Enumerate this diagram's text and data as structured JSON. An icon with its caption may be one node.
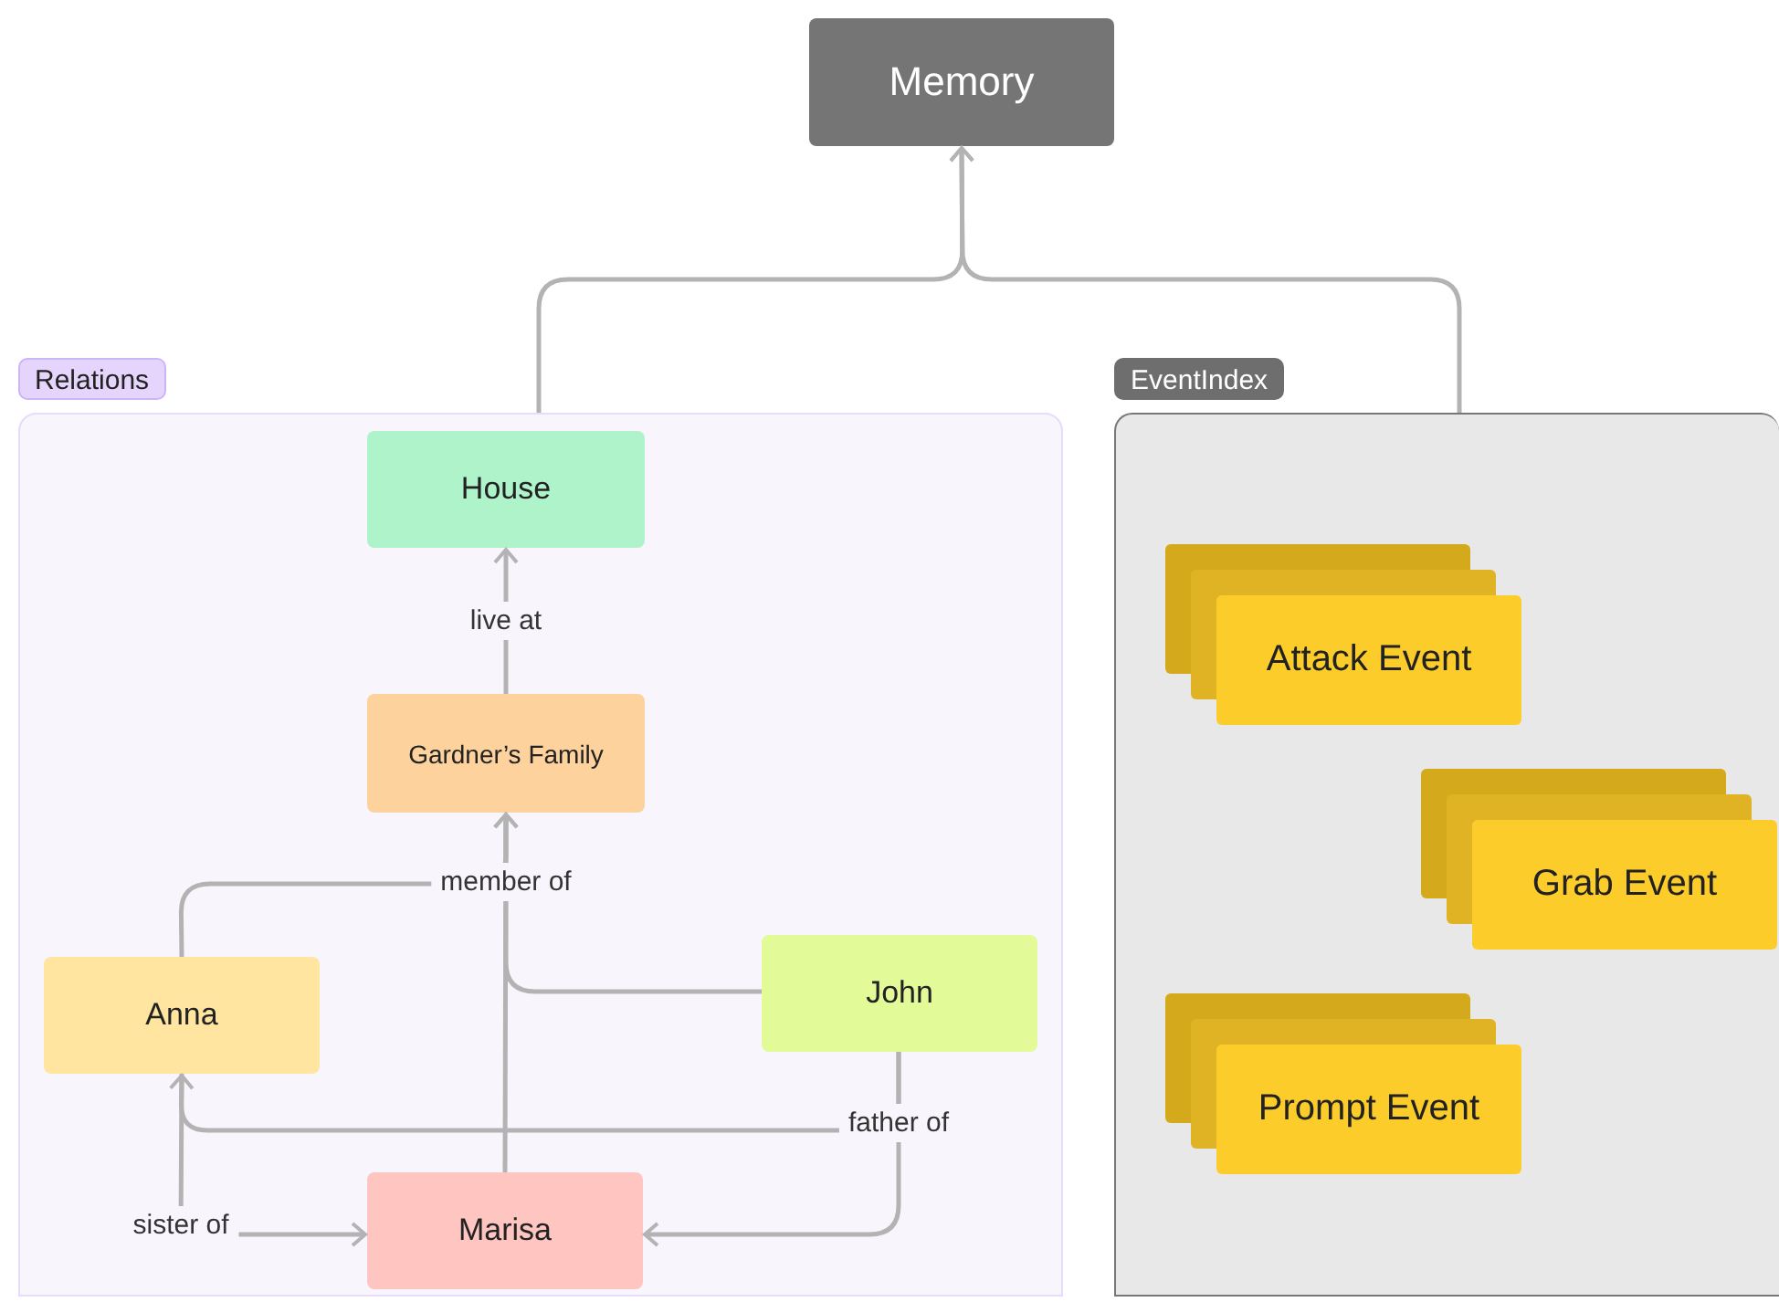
{
  "diagram": {
    "nodes": [
      {
        "text": [
          "Memory"
        ]
      },
      {
        "text": [
          "Relations"
        ]
      },
      {
        "text": [
          "House"
        ],
        "in": 1
      },
      {
        "text": [
          "Gardner’s Family"
        ],
        "in": 1
      },
      {
        "text": [
          "Anna"
        ],
        "in": 1
      },
      {
        "text": [
          "John"
        ],
        "in": 1
      },
      {
        "text": [
          "Marisa"
        ],
        "in": 1
      },
      {
        "text": [
          "EventIndex"
        ]
      },
      {
        "text": [
          "Attack Event"
        ],
        "in": 7
      },
      {
        "text": [
          "Grab Event"
        ],
        "in": 7
      },
      {
        "text": [
          "Prompt Event"
        ],
        "in": 7
      }
    ],
    "edges": [
      {
        "from": 1,
        "to": 0,
        "arrow": "to"
      },
      {
        "from": 7,
        "to": 0,
        "arrow": "to"
      },
      {
        "from": 3,
        "to": 2,
        "arrow": "to",
        "label": "live at"
      },
      {
        "from": 4,
        "to": 3,
        "arrow": "to",
        "label": "member of"
      },
      {
        "from": 5,
        "to": 3,
        "arrow": "to"
      },
      {
        "from": 6,
        "to": 3,
        "arrow": "to"
      },
      {
        "from": 5,
        "to": 4,
        "arrow": "to",
        "label": "father of"
      },
      {
        "from": 5,
        "to": 6,
        "arrow": "to"
      },
      {
        "from": 4,
        "to": 6,
        "arrow": "to",
        "label": "sister of"
      }
    ]
  }
}
